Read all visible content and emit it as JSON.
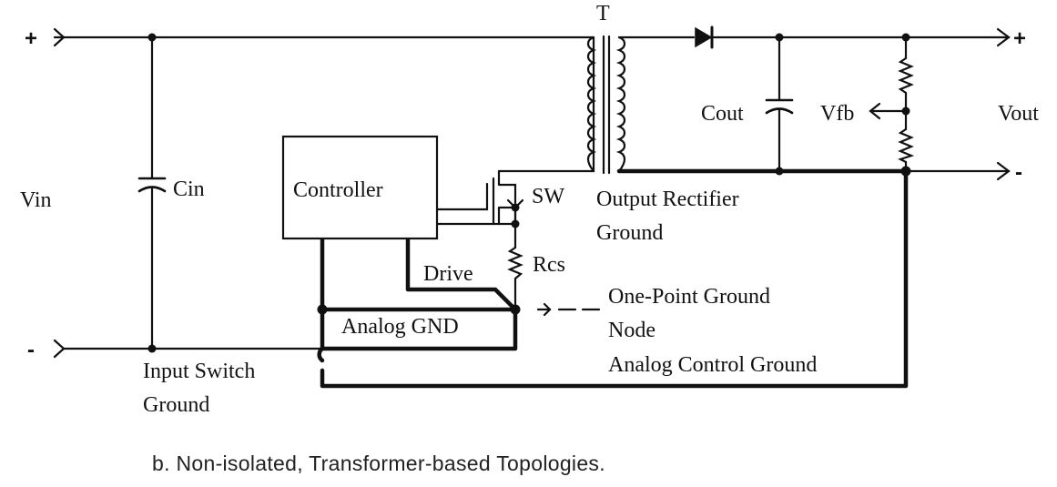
{
  "diagram": {
    "terminals": {
      "input_plus": "+",
      "input_minus": "-",
      "output_plus": "+",
      "output_minus": "-"
    },
    "labels": {
      "transformer": "T",
      "vin": "Vin",
      "cin": "Cin",
      "cout": "Cout",
      "vfb": "Vfb",
      "vout": "Vout",
      "controller": "Controller",
      "sw": "SW",
      "rcs": "Rcs",
      "drive": "Drive",
      "analog_gnd": "Analog GND",
      "output_rectifier_ground_1": "Output Rectifier",
      "output_rectifier_ground_2": "Ground",
      "one_point_ground_1": "One-Point Ground",
      "one_point_ground_2": "Node",
      "analog_control_ground": "Analog Control Ground",
      "input_switch_ground_1": "Input Switch",
      "input_switch_ground_2": "Ground"
    },
    "caption": "b. Non-isolated, Transformer-based Topologies."
  }
}
